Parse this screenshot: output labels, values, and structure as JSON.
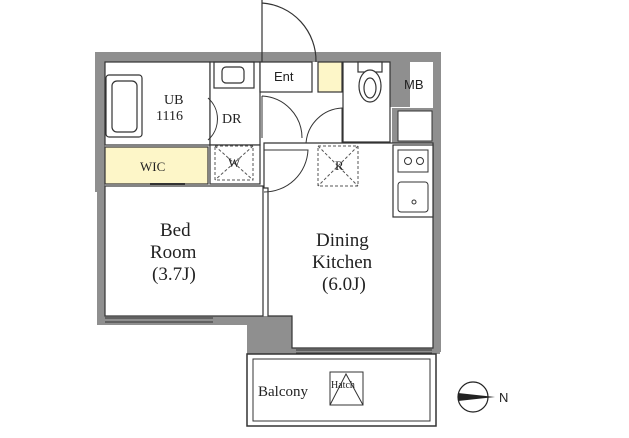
{
  "colors": {
    "wall": "#8f8f8f",
    "line": "#333333",
    "fill": "#ffffff",
    "accent": "#fdf6c8"
  },
  "rooms": {
    "ub_label": "UB",
    "ub_size": "1116",
    "dr": "DR",
    "wic": "WIC",
    "w": "W",
    "ent": "Ent",
    "mb": "MB",
    "r": "R",
    "bed_line1": "Bed",
    "bed_line2": "Room",
    "bed_line3": "(3.7J)",
    "dining_line1": "Dining",
    "dining_line2": "Kitchen",
    "dining_line3": "(6.0J)",
    "balcony": "Balcony",
    "hatch": "Hatch"
  },
  "compass": {
    "label": "N",
    "icon": "north-arrow-icon"
  }
}
